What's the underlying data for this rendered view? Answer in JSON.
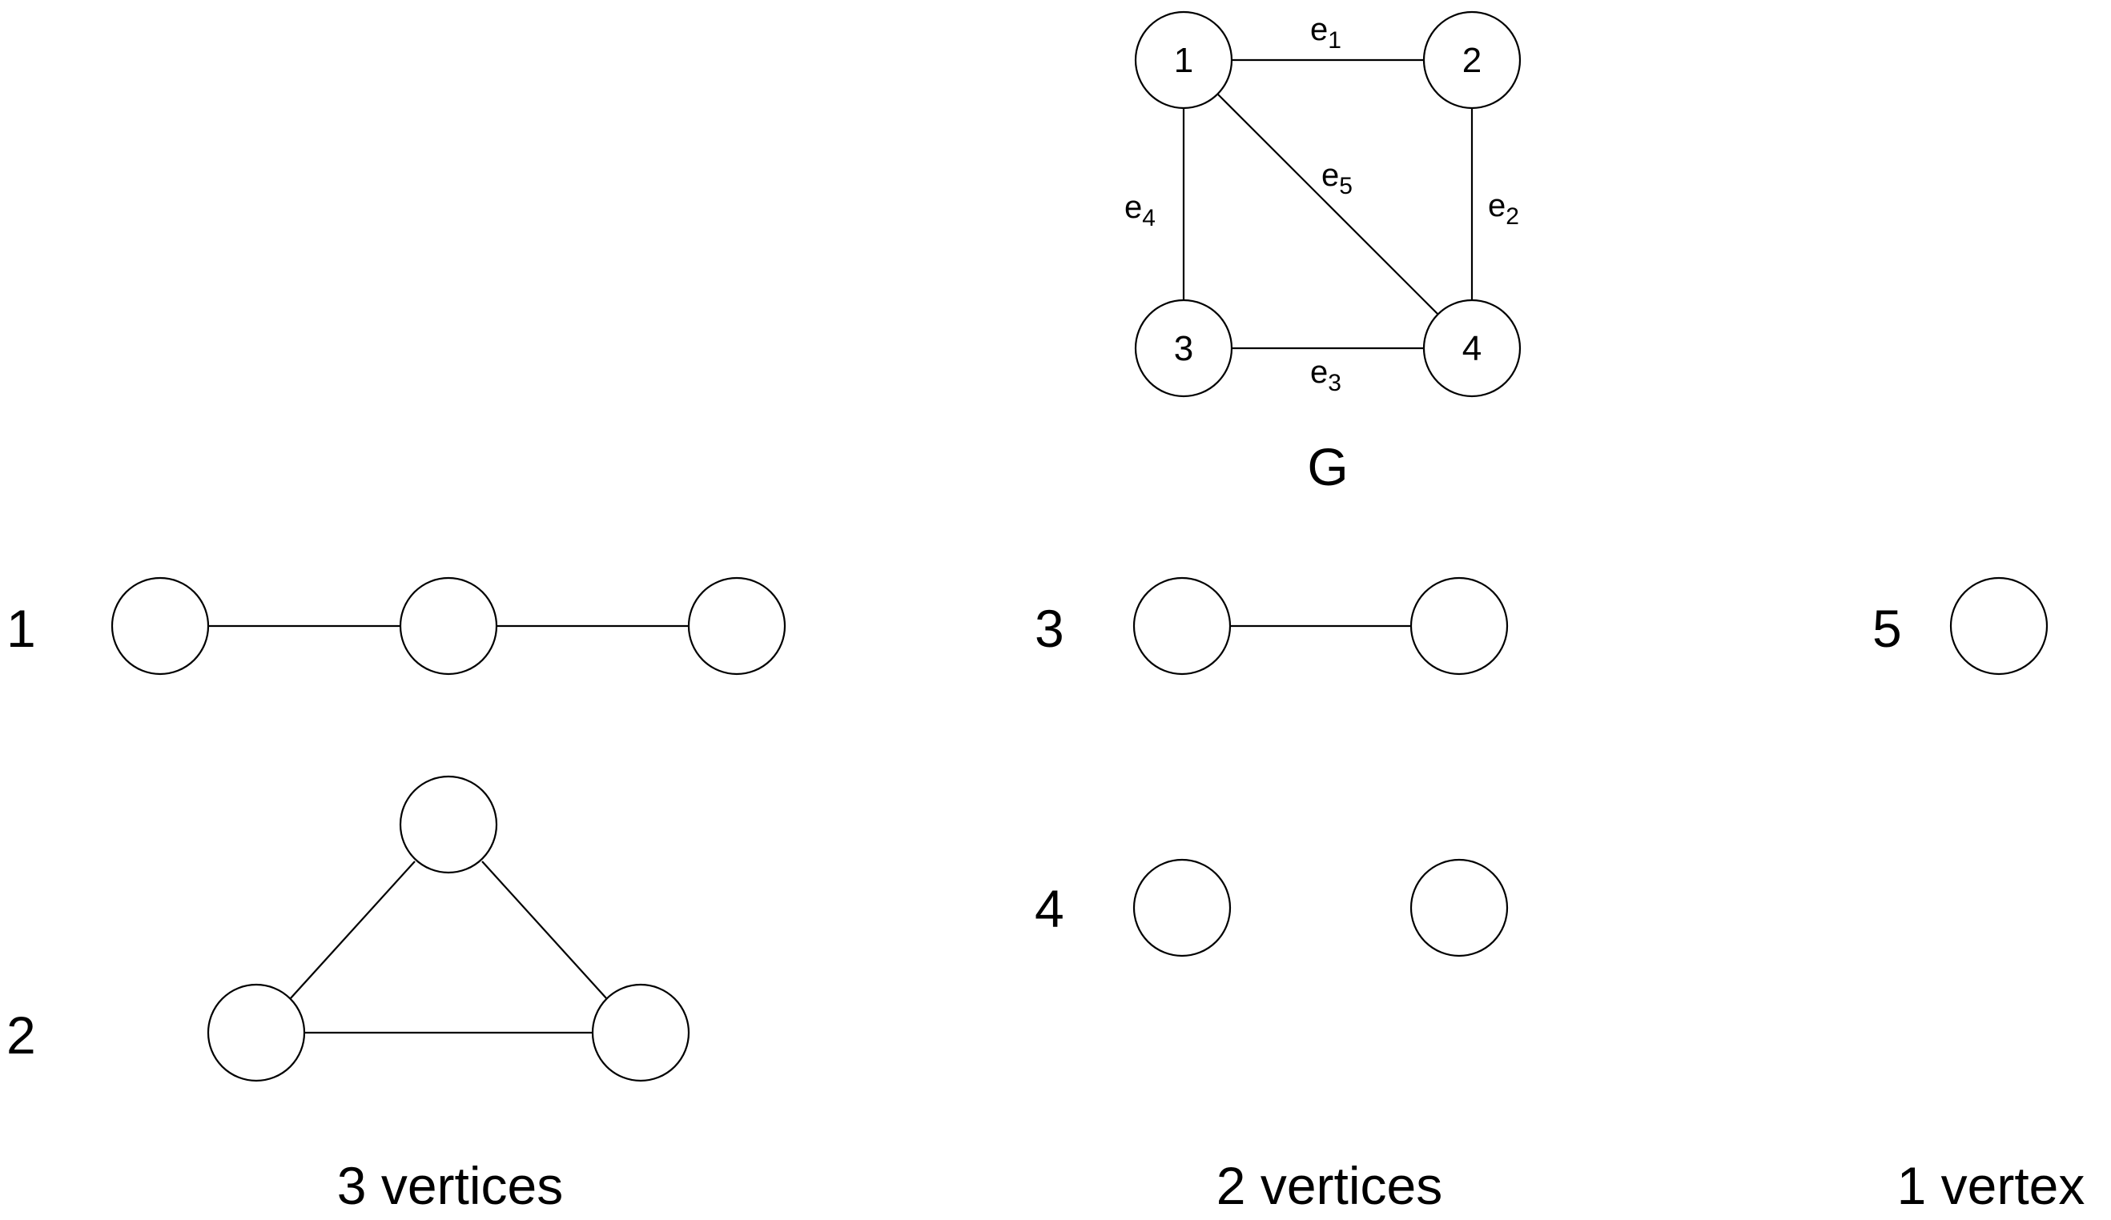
{
  "graph_g": {
    "title": "G",
    "vertices": [
      "1",
      "2",
      "3",
      "4"
    ],
    "edges": [
      {
        "base": "e",
        "sub": "1",
        "from": "1",
        "to": "2"
      },
      {
        "base": "e",
        "sub": "2",
        "from": "2",
        "to": "4"
      },
      {
        "base": "e",
        "sub": "3",
        "from": "3",
        "to": "4"
      },
      {
        "base": "e",
        "sub": "4",
        "from": "1",
        "to": "3"
      },
      {
        "base": "e",
        "sub": "5",
        "from": "1",
        "to": "4"
      }
    ]
  },
  "subgraphs": [
    {
      "label": "1",
      "vertex_count": 3,
      "edge_count": 2
    },
    {
      "label": "2",
      "vertex_count": 3,
      "edge_count": 3
    },
    {
      "label": "3",
      "vertex_count": 2,
      "edge_count": 1
    },
    {
      "label": "4",
      "vertex_count": 2,
      "edge_count": 0
    },
    {
      "label": "5",
      "vertex_count": 1,
      "edge_count": 0
    }
  ],
  "captions": [
    "3 vertices",
    "2 vertices",
    "1 vertex"
  ]
}
